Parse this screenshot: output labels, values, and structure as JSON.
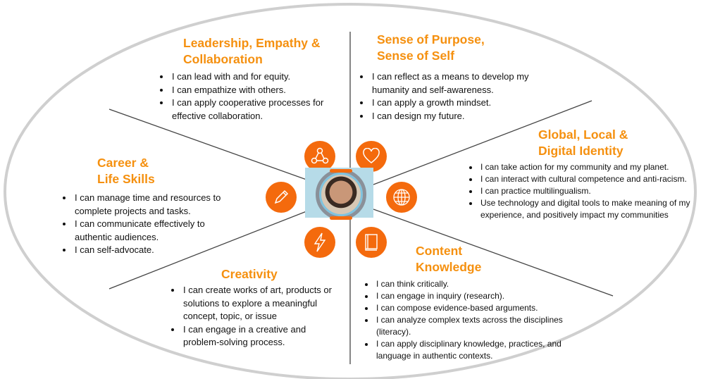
{
  "center": {
    "icon": "student-portrait"
  },
  "sections": [
    {
      "title_1": "Leadership, Empathy &",
      "title_2": "Collaboration",
      "icon": "network-icon",
      "items": [
        "I can lead with and for equity.",
        "I can empathize with others.",
        "I can apply cooperative processes for effective collaboration."
      ]
    },
    {
      "title_1": "Sense of  Purpose,",
      "title_2": "Sense of Self",
      "icon": "heart-icon",
      "items": [
        "I can reflect as a means to develop my humanity and self-awareness.",
        "I can apply a growth mindset.",
        "I can design my future."
      ]
    },
    {
      "title_1": "Global, Local &",
      "title_2": "Digital Identity",
      "icon": "globe-icon",
      "items": [
        "I can take action for my community and my planet.",
        "I can interact with cultural competence and anti-racism.",
        "I can practice multilingualism.",
        "Use technology and digital tools to make meaning of my experience, and positively impact my communities"
      ]
    },
    {
      "title_1": "Content",
      "title_2": "Knowledge",
      "icon": "book-icon",
      "items": [
        "I can think critically.",
        "I can engage in inquiry (research).",
        "I can compose evidence-based arguments.",
        "I can analyze complex texts across the disciplines (literacy).",
        "I can apply disciplinary knowledge, practices, and language in authentic contexts."
      ]
    },
    {
      "title_1": "Creativity",
      "title_2": "",
      "icon": "lightning-icon",
      "items": [
        "I can create works of art, products or solutions to explore a meaningful concept, topic, or issue",
        "I can engage in a creative and problem-solving process."
      ]
    },
    {
      "title_1": "Career &",
      "title_2": "Life Skills",
      "icon": "pencil-icon",
      "items": [
        "I can manage time and resources to complete projects and tasks.",
        "I can communicate effectively to authentic audiences.",
        "I can self-advocate."
      ]
    }
  ]
}
